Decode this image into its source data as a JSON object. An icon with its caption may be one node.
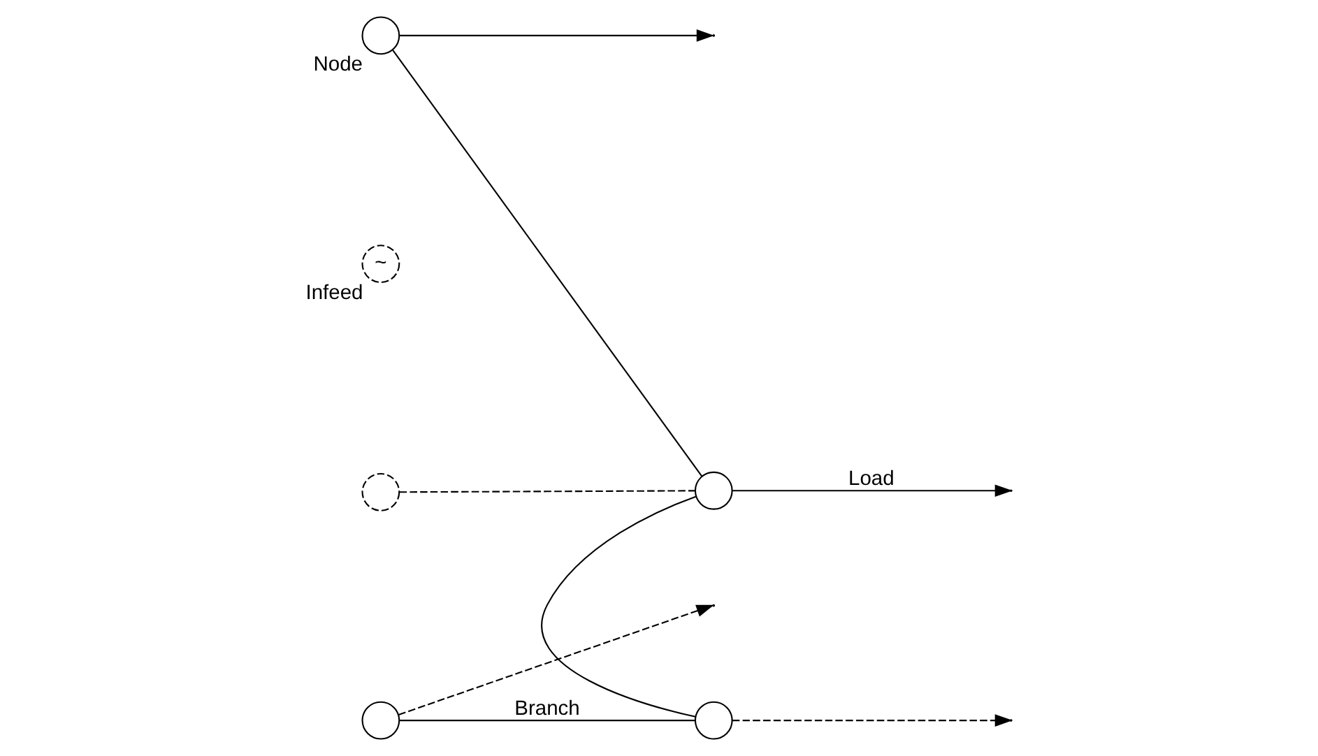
{
  "diagram": {
    "nodes": [
      {
        "text": [],
        "shape": "circle",
        "beside": [
          "Node"
        ]
      },
      {
        "text": [],
        "shape": "circle"
      },
      {
        "text": [
          "~"
        ],
        "beside": [
          "Infeed"
        ]
      },
      {
        "text": [],
        "shape": "circle"
      },
      {
        "text": [],
        "shape": "circle"
      },
      {
        "text": [],
        "shape": "circle"
      }
    ],
    "edges": [
      {
        "from": 0,
        "to": 1,
        "arrow": "none"
      },
      {
        "from": 0,
        "to": null,
        "arrow": "to"
      },
      {
        "from": 3,
        "to": 1,
        "arrow": "none",
        "style": "dashed"
      },
      {
        "from": 1,
        "to": null,
        "arrow": "to",
        "label": "Load"
      },
      {
        "from": 1,
        "to": 5,
        "arrow": "none"
      },
      {
        "from": 4,
        "to": 5,
        "arrow": "none",
        "label": "Branch"
      },
      {
        "from": 4,
        "to": null,
        "arrow": "to",
        "style": "dashed"
      },
      {
        "from": 5,
        "to": null,
        "arrow": "to",
        "style": "dashed"
      }
    ]
  }
}
